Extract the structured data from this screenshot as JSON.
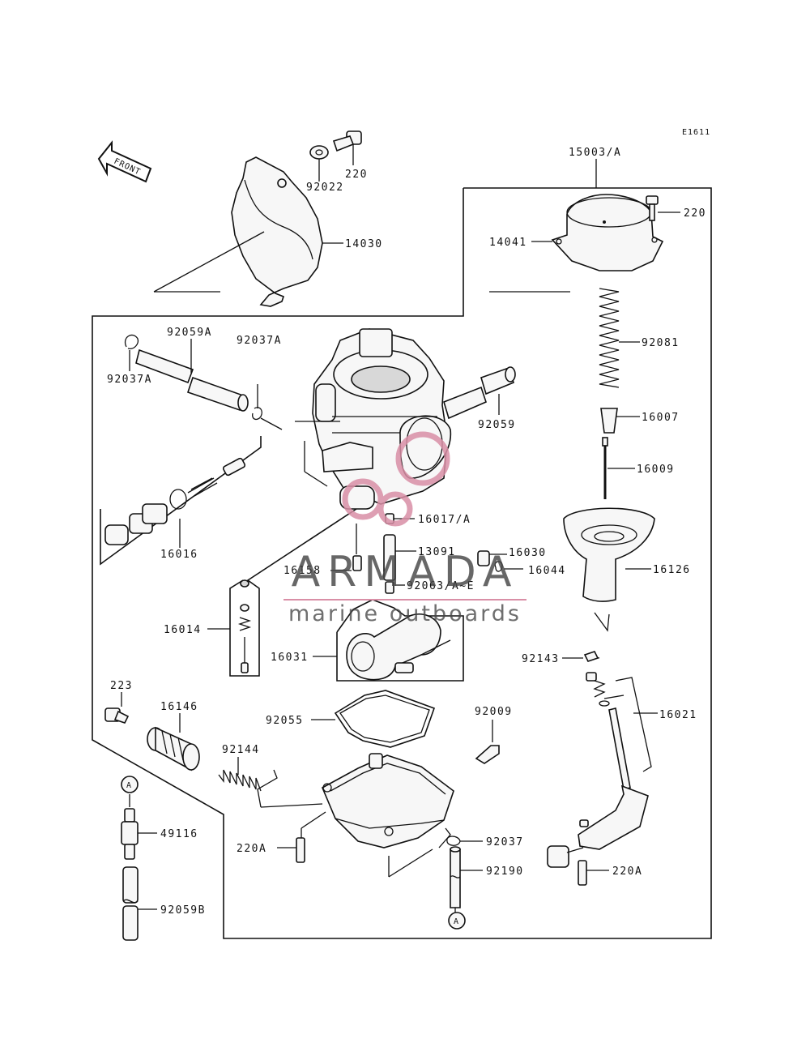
{
  "diagram_code": "E1611",
  "front_label": "FRONT",
  "parts": {
    "p15003A": "15003/A",
    "p220_top": "220",
    "p92022": "92022",
    "p220_cap": "220",
    "p14030": "14030",
    "p14041": "14041",
    "p92081": "92081",
    "p92059A": "92059A",
    "p92037A_1": "92037A",
    "p92037A_2": "92037A",
    "p92059": "92059",
    "p16007": "16007",
    "p16009": "16009",
    "p16016": "16016",
    "p16017A": "16017/A",
    "p13091": "13091",
    "p16030": "16030",
    "p16158": "16158",
    "p16044": "16044",
    "p92063AE": "92063/A~E",
    "p16126": "16126",
    "p16014": "16014",
    "p16031": "16031",
    "p92143": "92143",
    "p223": "223",
    "p16146": "16146",
    "p92055": "92055",
    "p92009": "92009",
    "p16021": "16021",
    "p92144": "92144",
    "p49116": "49116",
    "p220A_1": "220A",
    "p92037": "92037",
    "p220A_2": "220A",
    "p92190": "92190",
    "p92059B": "92059B",
    "ref_a_top": "A",
    "ref_a_bottom": "A"
  },
  "watermark": {
    "brand": "ARMADA",
    "tagline": "marine outboards",
    "color": "#d98fa6"
  }
}
